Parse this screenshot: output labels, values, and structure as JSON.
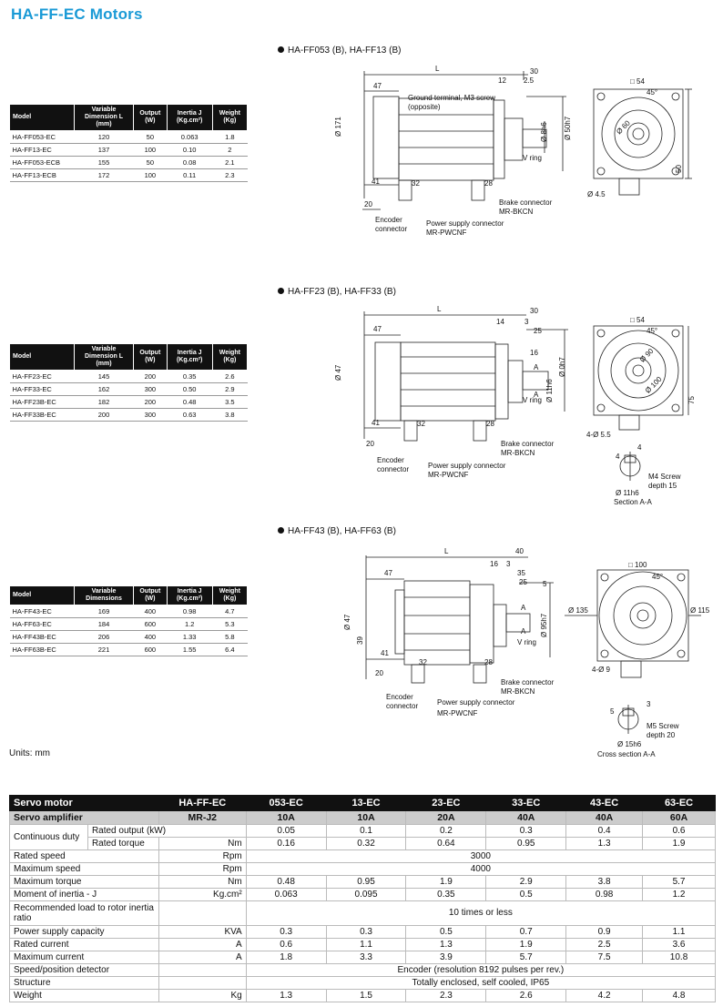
{
  "title": "HA-FF-EC Motors",
  "sections": [
    {
      "heading": "HA-FF053 (B), HA-FF13 (B)",
      "table": {
        "headers": [
          "Model",
          "Variable Dimension L (mm)",
          "Output (W)",
          "Inertia J (Kg.cm²)",
          "Weight (Kg)"
        ],
        "rows": [
          [
            "HA-FF053-EC",
            "120",
            "50",
            "0.063",
            "1.8"
          ],
          [
            "HA-FF13-EC",
            "137",
            "100",
            "0.10",
            "2"
          ],
          [
            "HA-FF053-ECB",
            "155",
            "50",
            "0.08",
            "2.1"
          ],
          [
            "HA-FF13-ECB",
            "172",
            "100",
            "0.11",
            "2.3"
          ]
        ]
      },
      "drawing": {
        "dims": [
          "L",
          "47",
          "12",
          "30",
          "2.5",
          "□ 54",
          "45°",
          "Ø 171",
          "Ø 50h7",
          "Ø 8h6",
          "50",
          "41",
          "20",
          "Ø 4.5",
          "32",
          "28",
          "Ø 60"
        ],
        "labels": [
          "Ground terminal, M3 screw",
          "(opposite)",
          "V ring",
          "Brake connector",
          "MR-BKCN",
          "Encoder",
          "connector",
          "Power supply connector",
          "MR-PWCNF"
        ]
      }
    },
    {
      "heading": "HA-FF23 (B), HA-FF33 (B)",
      "table": {
        "headers": [
          "Model",
          "Variable Dimension L (mm)",
          "Output (W)",
          "Inertia J (Kg.cm²)",
          "Weight (Kg)"
        ],
        "rows": [
          [
            "HA-FF23-EC",
            "145",
            "200",
            "0.35",
            "2.6"
          ],
          [
            "HA-FF33-EC",
            "162",
            "300",
            "0.50",
            "2.9"
          ],
          [
            "HA-FF23B-EC",
            "182",
            "200",
            "0.48",
            "3.5"
          ],
          [
            "HA-FF33B-EC",
            "200",
            "300",
            "0.63",
            "3.8"
          ]
        ]
      },
      "drawing": {
        "dims": [
          "L",
          "47",
          "14",
          "3",
          "30",
          "25",
          "16",
          "A",
          "A",
          "Ø 47",
          "Ø 11h6",
          "Ø 0h7",
          "□ 54",
          "45°",
          "Ø 90",
          "Ø 100",
          "4-Ø 5.5",
          "41",
          "20",
          "32",
          "28",
          "75",
          "4",
          "4"
        ],
        "labels": [
          "V ring",
          "Brake connector",
          "MR-BKCN",
          "Encoder",
          "connector",
          "Power supply connector",
          "MR-PWCNF",
          "M4 Screw",
          "depth 15",
          "Ø 11h6",
          "Section A-A"
        ]
      }
    },
    {
      "heading": "HA-FF43 (B), HA-FF63 (B)",
      "table": {
        "headers": [
          "Model",
          "Variable Dimensions",
          "Output (W)",
          "Inertia J (Kg.cm²)",
          "Weight (Kg)"
        ],
        "rows": [
          [
            "HA-FF43-EC",
            "169",
            "400",
            "0.98",
            "4.7"
          ],
          [
            "HA-FF63-EC",
            "184",
            "600",
            "1.2",
            "5.3"
          ],
          [
            "HA-FF43B-EC",
            "206",
            "400",
            "1.33",
            "5.8"
          ],
          [
            "HA-FF63B-EC",
            "221",
            "600",
            "1.55",
            "6.4"
          ]
        ]
      },
      "drawing": {
        "dims": [
          "L",
          "47",
          "16",
          "3",
          "40",
          "35",
          "25",
          "5",
          "A",
          "A",
          "Ø 47",
          "39",
          "Ø 95h7",
          "□ 100",
          "45°",
          "Ø 135",
          "Ø 115",
          "4-Ø 9",
          "41",
          "20",
          "32",
          "28",
          "5",
          "3"
        ],
        "labels": [
          "V ring",
          "Brake connector",
          "MR-BKCN",
          "Encoder",
          "connector",
          "Power supply connector",
          "MR-PWCNF",
          "M5 Screw",
          "depth 20",
          "Ø 15h6",
          "Cross section A-A"
        ]
      }
    }
  ],
  "units": "Units: mm",
  "spec": {
    "head1": [
      "Servo motor",
      "HA-FF-EC",
      "053-EC",
      "13-EC",
      "23-EC",
      "33-EC",
      "43-EC",
      "63-EC"
    ],
    "head2": [
      "Servo amplifier",
      "MR-J2",
      "10A",
      "10A",
      "20A",
      "40A",
      "40A",
      "60A"
    ],
    "duty_label": "Continuous duty",
    "duty_rows": [
      {
        "name": "Rated output (kW)",
        "unit": "",
        "values": [
          "0.05",
          "0.1",
          "0.2",
          "0.3",
          "0.4",
          "0.6"
        ]
      },
      {
        "name": "Rated torque",
        "unit": "Nm",
        "values": [
          "0.16",
          "0.32",
          "0.64",
          "0.95",
          "1.3",
          "1.9"
        ]
      }
    ],
    "rated_speed": {
      "name": "Rated speed",
      "unit": "Rpm",
      "value": "3000"
    },
    "max_speed": {
      "name": "Maximum speed",
      "unit": "Rpm",
      "value": "4000"
    },
    "max_torque": {
      "name": "Maximum torque",
      "unit": "Nm",
      "values": [
        "0.48",
        "0.95",
        "1.9",
        "2.9",
        "3.8",
        "5.7"
      ]
    },
    "inertia": {
      "name": "Moment of inertia - J",
      "unit": "Kg.cm²",
      "values": [
        "0.063",
        "0.095",
        "0.35",
        "0.5",
        "0.98",
        "1.2"
      ]
    },
    "load_ratio": {
      "name": "Recommended load to rotor inertia ratio",
      "value": "10 times or less"
    },
    "power_supply": {
      "name": "Power supply capacity",
      "unit": "KVA",
      "values": [
        "0.3",
        "0.3",
        "0.5",
        "0.7",
        "0.9",
        "1.1"
      ]
    },
    "rated_current": {
      "name": "Rated current",
      "unit": "A",
      "values": [
        "0.6",
        "1.1",
        "1.3",
        "1.9",
        "2.5",
        "3.6"
      ]
    },
    "max_current": {
      "name": "Maximum current",
      "unit": "A",
      "values": [
        "1.8",
        "3.3",
        "3.9",
        "5.7",
        "7.5",
        "10.8"
      ]
    },
    "detector": {
      "name": "Speed/position detector",
      "value": "Encoder (resolution 8192 pulses per rev.)"
    },
    "structure": {
      "name": "Structure",
      "value": "Totally enclosed, self cooled, IP65"
    },
    "weight": {
      "name": "Weight",
      "unit": "Kg",
      "values": [
        "1.3",
        "1.5",
        "2.3",
        "2.6",
        "4.2",
        "4.8"
      ]
    }
  }
}
